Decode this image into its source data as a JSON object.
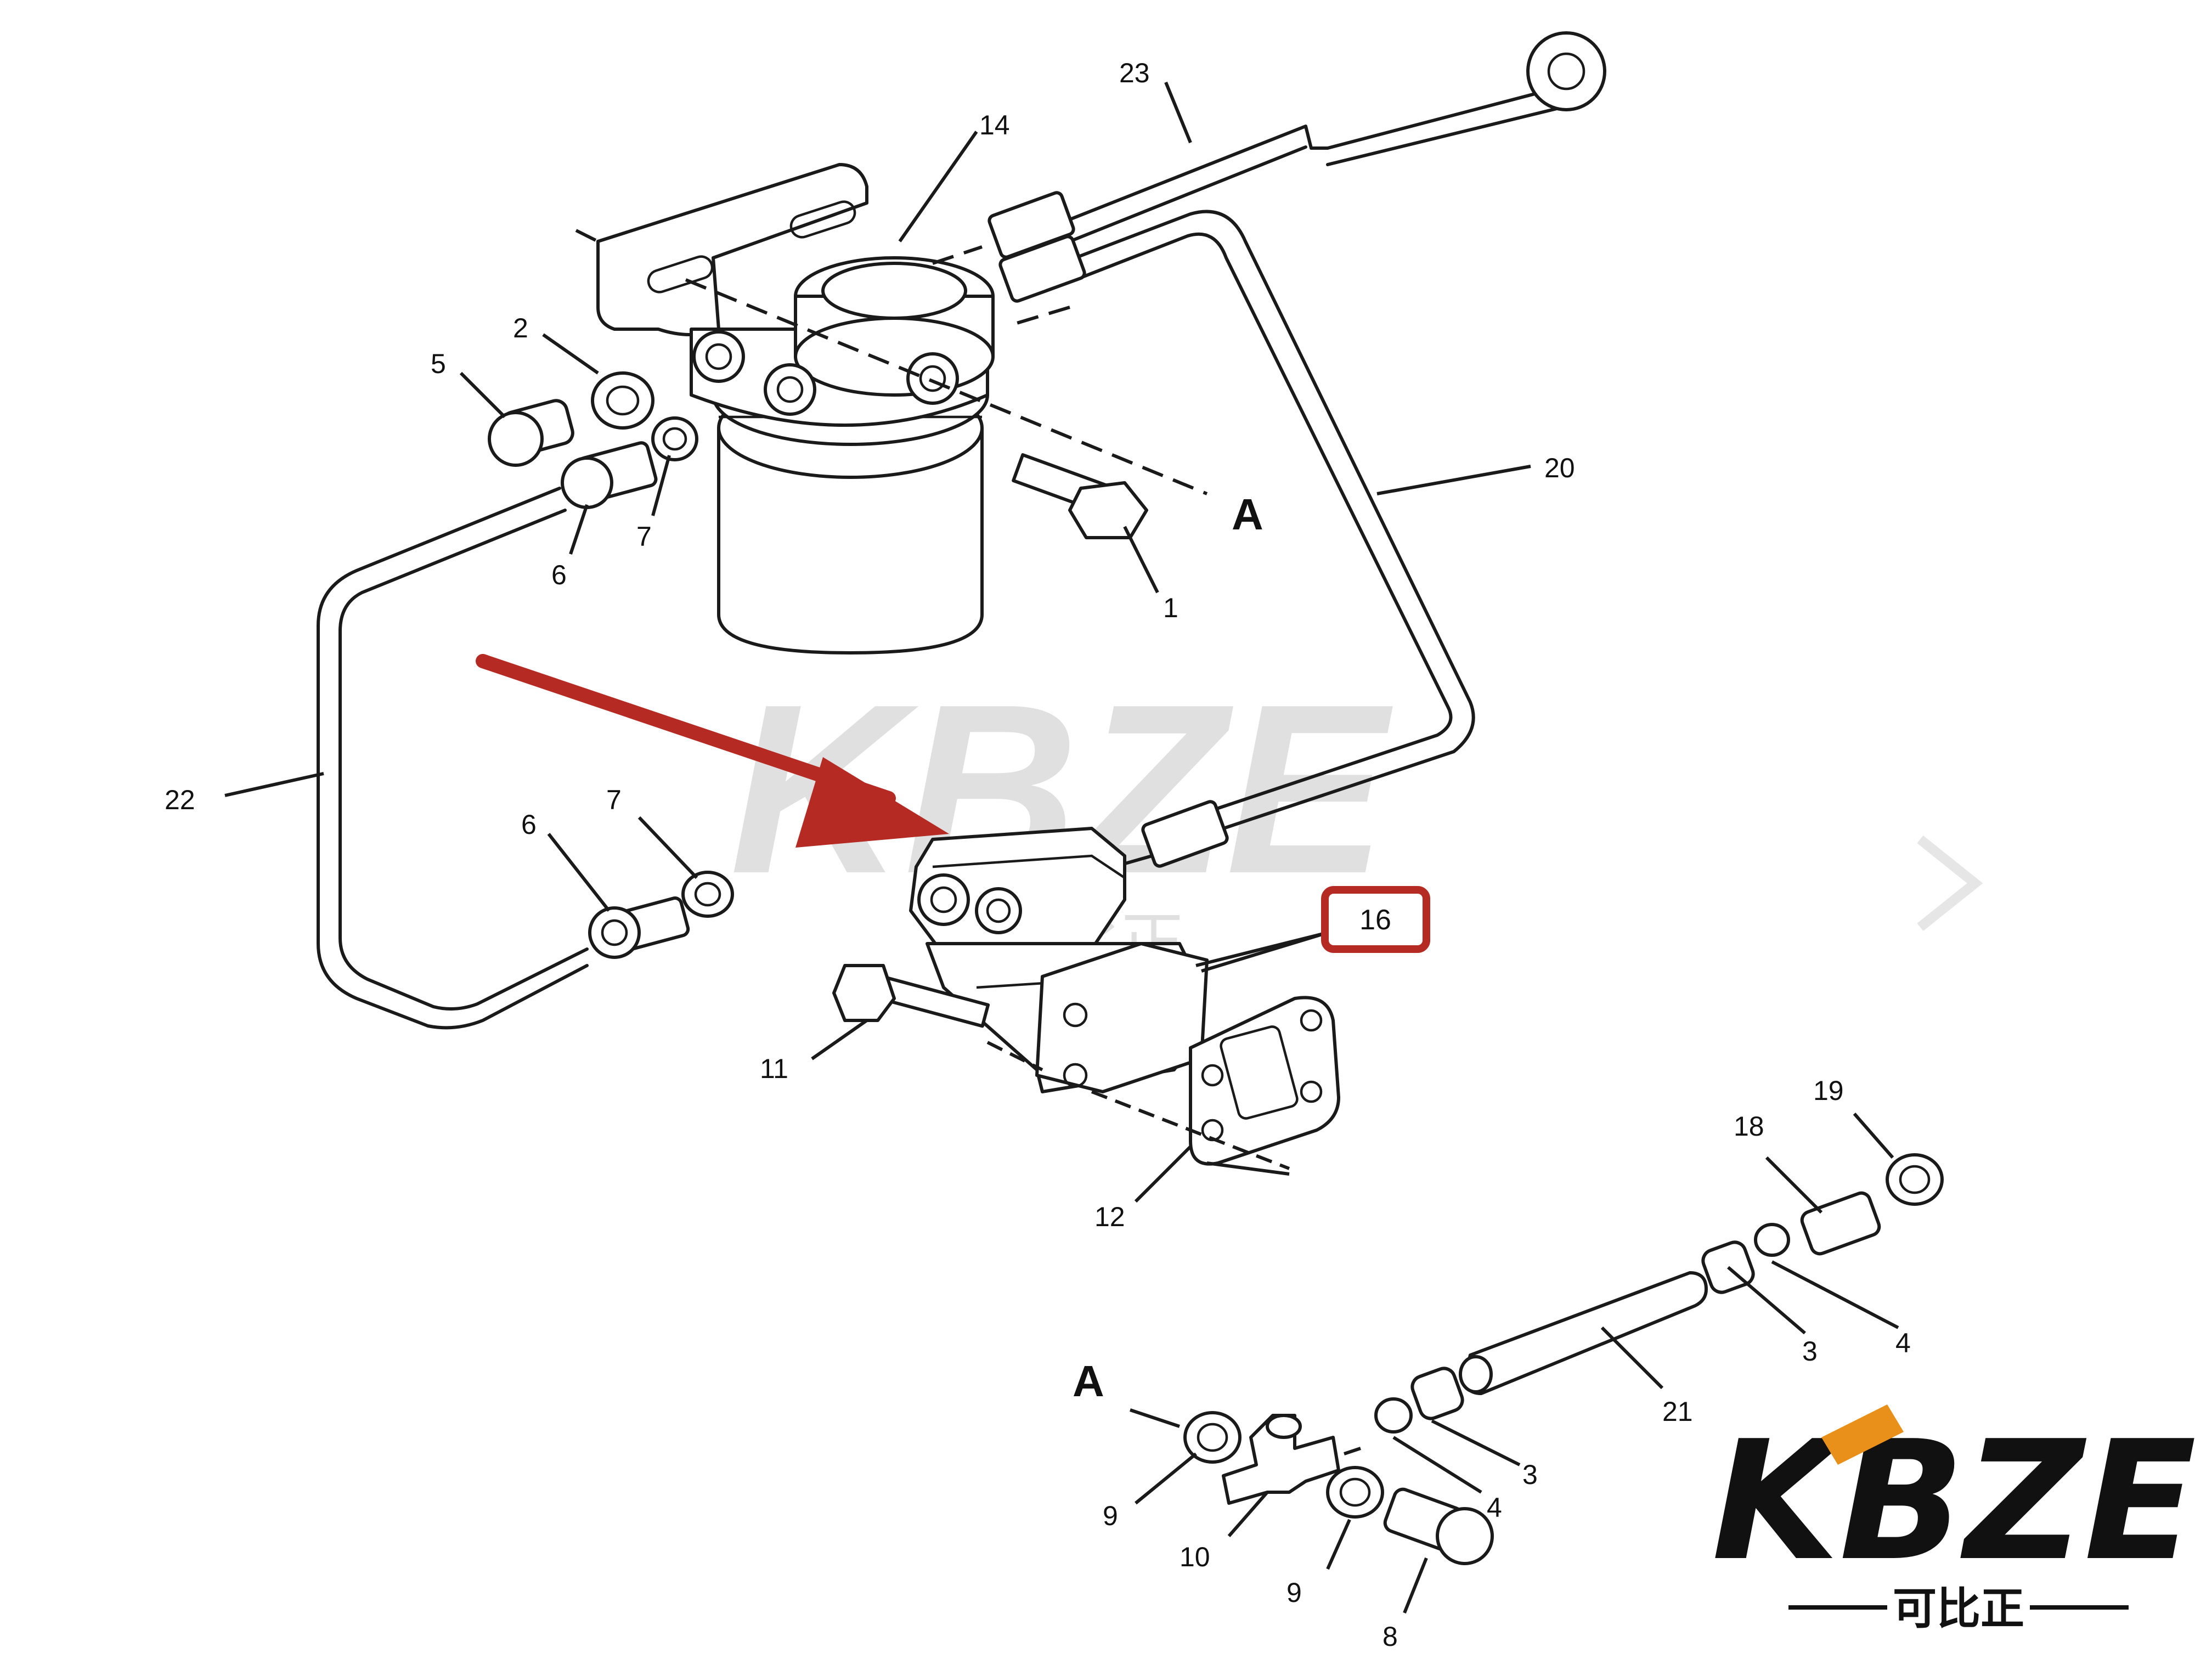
{
  "watermark": {
    "brand": "KBZE",
    "sub": "可比正"
  },
  "logo": {
    "brand": "KBZE",
    "sub": "可比正",
    "accent_color": "#e8901a"
  },
  "highlight": {
    "label": "16",
    "color": "#b52a22"
  },
  "arrow_color": "#b52a22",
  "section_marks": [
    {
      "id": "upper",
      "text": "A"
    },
    {
      "id": "lower",
      "text": "A"
    }
  ],
  "callouts": [
    {
      "id": "c23",
      "label": "23"
    },
    {
      "id": "c14",
      "label": "14"
    },
    {
      "id": "c2",
      "label": "2"
    },
    {
      "id": "c5",
      "label": "5"
    },
    {
      "id": "c7a",
      "label": "7"
    },
    {
      "id": "c6a",
      "label": "6"
    },
    {
      "id": "c1",
      "label": "1"
    },
    {
      "id": "c20",
      "label": "20"
    },
    {
      "id": "c22",
      "label": "22"
    },
    {
      "id": "c6b",
      "label": "6"
    },
    {
      "id": "c7b",
      "label": "7"
    },
    {
      "id": "c11",
      "label": "11"
    },
    {
      "id": "c12",
      "label": "12"
    },
    {
      "id": "c19",
      "label": "19"
    },
    {
      "id": "c18",
      "label": "18"
    },
    {
      "id": "c4a",
      "label": "4"
    },
    {
      "id": "c3a",
      "label": "3"
    },
    {
      "id": "c21",
      "label": "21"
    },
    {
      "id": "c3b",
      "label": "3"
    },
    {
      "id": "c4b",
      "label": "4"
    },
    {
      "id": "c9a",
      "label": "9"
    },
    {
      "id": "c10",
      "label": "10"
    },
    {
      "id": "c9b",
      "label": "9"
    },
    {
      "id": "c8",
      "label": "8"
    }
  ]
}
